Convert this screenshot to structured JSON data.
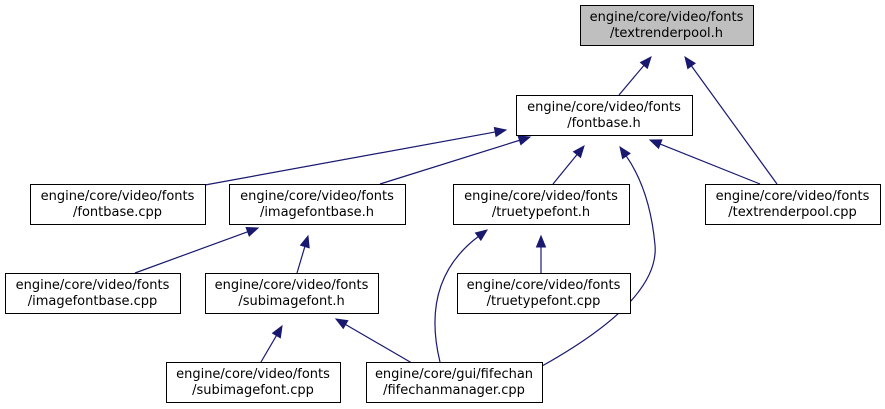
{
  "colors": {
    "edge": "#191970",
    "root_fill": "#bfbfbf",
    "node_fill": "#ffffff",
    "node_border": "#000000"
  },
  "nodes": [
    {
      "id": "textrenderpool_h",
      "lines": [
        "engine/core/video/fonts",
        "/textrenderpool.h"
      ],
      "highlighted": true
    },
    {
      "id": "fontbase_h",
      "lines": [
        "engine/core/video/fonts",
        "/fontbase.h"
      ]
    },
    {
      "id": "fontbase_cpp",
      "lines": [
        "engine/core/video/fonts",
        "/fontbase.cpp"
      ]
    },
    {
      "id": "imagefontbase_h",
      "lines": [
        "engine/core/video/fonts",
        "/imagefontbase.h"
      ]
    },
    {
      "id": "truetypefont_h",
      "lines": [
        "engine/core/video/fonts",
        "/truetypefont.h"
      ]
    },
    {
      "id": "textrenderpool_cpp",
      "lines": [
        "engine/core/video/fonts",
        "/textrenderpool.cpp"
      ]
    },
    {
      "id": "imagefontbase_cpp",
      "lines": [
        "engine/core/video/fonts",
        "/imagefontbase.cpp"
      ]
    },
    {
      "id": "subimagefont_h",
      "lines": [
        "engine/core/video/fonts",
        "/subimagefont.h"
      ]
    },
    {
      "id": "truetypefont_cpp",
      "lines": [
        "engine/core/video/fonts",
        "/truetypefont.cpp"
      ]
    },
    {
      "id": "subimagefont_cpp",
      "lines": [
        "engine/core/video/fonts",
        "/subimagefont.cpp"
      ]
    },
    {
      "id": "fifechanmanager_cpp",
      "lines": [
        "engine/core/gui/fifechan",
        "/fifechanmanager.cpp"
      ]
    }
  ],
  "edges": [
    {
      "from": "fontbase_h",
      "to": "textrenderpool_h"
    },
    {
      "from": "textrenderpool_cpp",
      "to": "textrenderpool_h"
    },
    {
      "from": "fontbase_cpp",
      "to": "fontbase_h"
    },
    {
      "from": "imagefontbase_h",
      "to": "fontbase_h"
    },
    {
      "from": "truetypefont_h",
      "to": "fontbase_h"
    },
    {
      "from": "textrenderpool_cpp",
      "to": "fontbase_h"
    },
    {
      "from": "fifechanmanager_cpp",
      "to": "fontbase_h"
    },
    {
      "from": "imagefontbase_cpp",
      "to": "imagefontbase_h"
    },
    {
      "from": "subimagefont_h",
      "to": "imagefontbase_h"
    },
    {
      "from": "truetypefont_cpp",
      "to": "truetypefont_h"
    },
    {
      "from": "fifechanmanager_cpp",
      "to": "truetypefont_h"
    },
    {
      "from": "subimagefont_cpp",
      "to": "subimagefont_h"
    },
    {
      "from": "fifechanmanager_cpp",
      "to": "subimagefont_h"
    }
  ]
}
